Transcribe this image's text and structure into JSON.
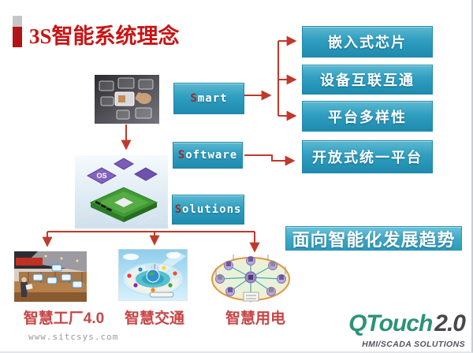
{
  "slide": {
    "title": "3S智能系统理念",
    "watermark": "www.sitcsys.com"
  },
  "s_boxes": [
    {
      "prefix": "S",
      "rest": "mart"
    },
    {
      "prefix": "S",
      "rest": "oftware"
    },
    {
      "prefix": "S",
      "rest": "olutions"
    }
  ],
  "feature_boxes": [
    "嵌入式芯片",
    "设备互联互通",
    "平台多样性",
    "开放式统一平台"
  ],
  "trend_box": "面向智能化发展趋势",
  "bottom_items": [
    {
      "label": "智慧工厂4.0"
    },
    {
      "label": "智慧交通"
    },
    {
      "label": "智慧用电"
    }
  ],
  "images": {
    "board_chip_label": "OS"
  },
  "logo": {
    "brand": "QTouch",
    "version": "2.0",
    "tagline": "HMI/SCADA SOLUTIONS"
  },
  "colors": {
    "arrow_red": "#c0392b",
    "title_red": "#c91313",
    "label_red": "#c74545",
    "box_teal_top": "#5cb9d1",
    "box_teal_bottom": "#1f8bae",
    "logo_green": "#2e9277"
  }
}
